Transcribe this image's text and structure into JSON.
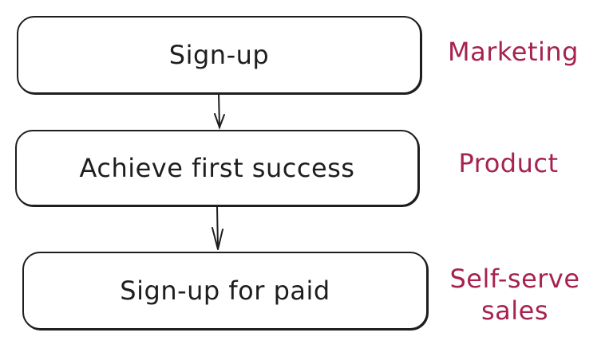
{
  "diagram": {
    "type": "flowchart",
    "stroke_color": "#1e1e1e",
    "label_color": "#a6224f",
    "nodes": [
      {
        "id": "signup",
        "text": "Sign-up"
      },
      {
        "id": "first_success",
        "text": "Achieve first success"
      },
      {
        "id": "paid",
        "text": "Sign-up for paid"
      }
    ],
    "edges": [
      {
        "from": "signup",
        "to": "first_success"
      },
      {
        "from": "first_success",
        "to": "paid"
      }
    ],
    "labels": [
      {
        "for": "signup",
        "text": "Marketing"
      },
      {
        "for": "first_success",
        "text": "Product"
      },
      {
        "for": "paid",
        "line1": "Self-serve",
        "line2": "sales"
      }
    ]
  }
}
